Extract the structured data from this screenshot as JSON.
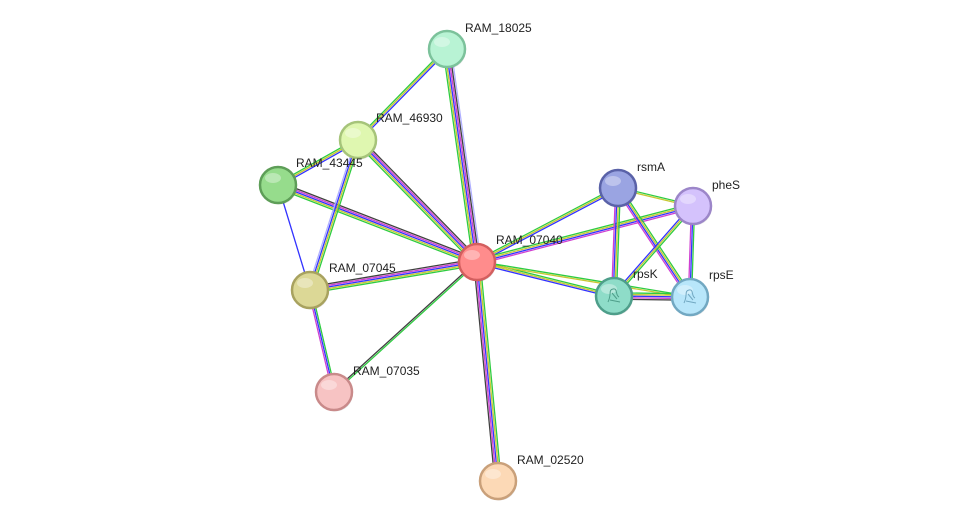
{
  "nodes": [
    {
      "id": "RAM_18025",
      "label": "RAM_18025",
      "fill": "#b8f3d4",
      "stroke": "#7cc29b"
    },
    {
      "id": "RAM_46930",
      "label": "RAM_46930",
      "fill": "#dff7b0",
      "stroke": "#a6c47a"
    },
    {
      "id": "RAM_43445",
      "label": "RAM_43445",
      "fill": "#96dc8c",
      "stroke": "#5e9e58"
    },
    {
      "id": "RAM_07040",
      "label": "RAM_07040",
      "fill": "#ff8c8c",
      "stroke": "#d35f5f"
    },
    {
      "id": "RAM_07045",
      "label": "RAM_07045",
      "fill": "#dcd896",
      "stroke": "#a8a25f"
    },
    {
      "id": "RAM_07035",
      "label": "RAM_07035",
      "fill": "#f7c3c3",
      "stroke": "#c98a8a"
    },
    {
      "id": "RAM_02520",
      "label": "RAM_02520",
      "fill": "#fcd9b6",
      "stroke": "#c9a07a"
    },
    {
      "id": "rsmA",
      "label": "rsmA",
      "fill": "#9aa4e2",
      "stroke": "#5a62a8"
    },
    {
      "id": "pheS",
      "label": "pheS",
      "fill": "#d4c2fc",
      "stroke": "#9c86c9"
    },
    {
      "id": "rpsK",
      "label": "rpsK",
      "fill": "#8edcc8",
      "stroke": "#4e9e8a"
    },
    {
      "id": "rpsE",
      "label": "rpsE",
      "fill": "#b8e6fa",
      "stroke": "#72a8c2"
    }
  ],
  "edges": [
    {
      "source": "RAM_07040",
      "target": "RAM_18025",
      "colors": [
        "#2ecc40",
        "#c8c832",
        "#3232ff",
        "#d040d0",
        "#404040",
        "#b0b0ff"
      ]
    },
    {
      "source": "RAM_07040",
      "target": "RAM_46930",
      "colors": [
        "#2ecc40",
        "#c8c832",
        "#3232ff",
        "#d040d0",
        "#404040"
      ]
    },
    {
      "source": "RAM_07040",
      "target": "RAM_43445",
      "colors": [
        "#2ecc40",
        "#c8c832",
        "#3232ff",
        "#d040d0",
        "#404040"
      ]
    },
    {
      "source": "RAM_07040",
      "target": "RAM_07045",
      "colors": [
        "#2ecc40",
        "#c8c832",
        "#3232ff",
        "#d040d0",
        "#404040"
      ]
    },
    {
      "source": "RAM_07040",
      "target": "RAM_07035",
      "colors": [
        "#2ecc40",
        "#404040"
      ]
    },
    {
      "source": "RAM_07040",
      "target": "RAM_02520",
      "colors": [
        "#2ecc40",
        "#c8c832",
        "#3232ff",
        "#d040d0",
        "#404040"
      ]
    },
    {
      "source": "RAM_07040",
      "target": "rsmA",
      "colors": [
        "#2ecc40",
        "#c8c832",
        "#3232ff"
      ]
    },
    {
      "source": "RAM_07040",
      "target": "pheS",
      "colors": [
        "#2ecc40",
        "#c8c832",
        "#3232ff",
        "#d040d0"
      ]
    },
    {
      "source": "RAM_07040",
      "target": "rpsK",
      "colors": [
        "#2ecc40",
        "#c8c832",
        "#3232ff"
      ]
    },
    {
      "source": "RAM_07040",
      "target": "rpsE",
      "colors": [
        "#2ecc40",
        "#c8c832"
      ]
    },
    {
      "source": "RAM_46930",
      "target": "RAM_18025",
      "colors": [
        "#2ecc40",
        "#c8c832",
        "#3232ff"
      ]
    },
    {
      "source": "RAM_43445",
      "target": "RAM_46930",
      "colors": [
        "#2ecc40",
        "#c8c832",
        "#3232ff"
      ]
    },
    {
      "source": "RAM_43445",
      "target": "RAM_07045",
      "colors": [
        "#3232ff"
      ]
    },
    {
      "source": "RAM_46930",
      "target": "RAM_07045",
      "colors": [
        "#2ecc40",
        "#c8c832",
        "#3232ff",
        "#b0b0ff"
      ]
    },
    {
      "source": "RAM_07045",
      "target": "RAM_07035",
      "colors": [
        "#2ecc40",
        "#3232ff",
        "#d040d0"
      ]
    },
    {
      "source": "rsmA",
      "target": "pheS",
      "colors": [
        "#2ecc40",
        "#c8c832"
      ]
    },
    {
      "source": "rsmA",
      "target": "rpsK",
      "colors": [
        "#2ecc40",
        "#c8c832",
        "#3232ff",
        "#d040d0"
      ]
    },
    {
      "source": "rsmA",
      "target": "rpsE",
      "colors": [
        "#2ecc40",
        "#c8c832",
        "#3232ff",
        "#d040d0"
      ]
    },
    {
      "source": "pheS",
      "target": "rpsK",
      "colors": [
        "#2ecc40",
        "#c8c832",
        "#3232ff"
      ]
    },
    {
      "source": "pheS",
      "target": "rpsE",
      "colors": [
        "#2ecc40",
        "#3232ff",
        "#d040d0"
      ]
    },
    {
      "source": "rpsK",
      "target": "rpsE",
      "colors": [
        "#2ecc40",
        "#c8c832",
        "#3232ff",
        "#d040d0",
        "#404040"
      ]
    }
  ],
  "icons": {
    "rpsK": "protein-structure-icon",
    "rpsE": "protein-structure-icon"
  }
}
